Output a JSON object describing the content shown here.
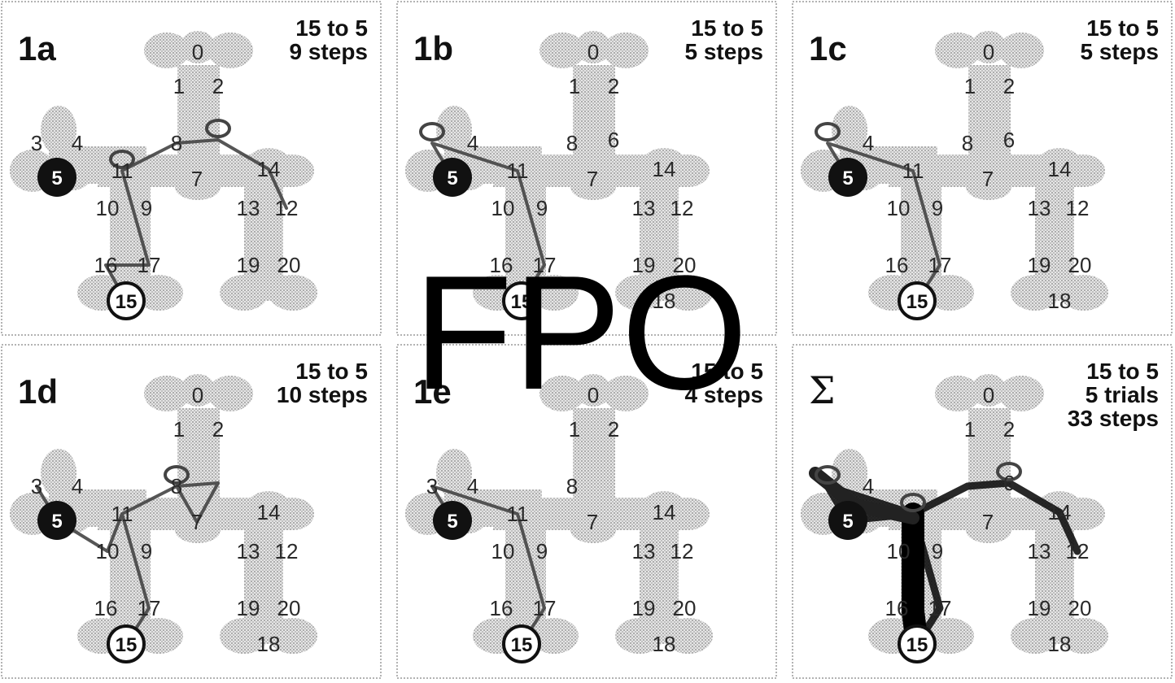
{
  "watermark": "FPO",
  "colors": {
    "maze": "#c9c9c9",
    "path": "#444444",
    "sigma_path": "#111111"
  },
  "node_labels": [
    "0",
    "1",
    "2",
    "3",
    "4",
    "5",
    "6",
    "7",
    "8",
    "9",
    "10",
    "11",
    "12",
    "13",
    "14",
    "15",
    "16",
    "17",
    "18",
    "19",
    "20"
  ],
  "panels": [
    {
      "label": "1a",
      "info": [
        "15 to 5",
        "9 steps"
      ],
      "hidden_nodes": [
        "6",
        "5",
        "15",
        "18"
      ],
      "path": [
        "15",
        "16",
        "17",
        "16",
        "17",
        "11",
        "11",
        "8",
        "6",
        "6",
        "14",
        "12"
      ]
    },
    {
      "label": "1b",
      "info": [
        "15 to 5",
        "5 steps"
      ],
      "hidden_nodes": [
        "3",
        "5",
        "15"
      ],
      "path": [
        "15",
        "17",
        "11",
        "3",
        "3",
        "5"
      ]
    },
    {
      "label": "1c",
      "info": [
        "15 to 5",
        "5 steps"
      ],
      "hidden_nodes": [
        "3",
        "5",
        "15"
      ],
      "path": [
        "15",
        "17",
        "11",
        "3",
        "3",
        "5"
      ]
    },
    {
      "label": "1d",
      "info": [
        "15 to 5",
        "10 steps"
      ],
      "hidden_nodes": [
        "6",
        "5",
        "15"
      ],
      "path": [
        "15",
        "17",
        "11",
        "10",
        "5",
        "3",
        "5",
        "10",
        "11",
        "8",
        "6",
        "7",
        "8",
        "6"
      ]
    },
    {
      "label": "1e",
      "info": [
        "15 to 5",
        "4 steps"
      ],
      "hidden_nodes": [
        "5",
        "15",
        "6"
      ],
      "path": [
        "15",
        "17",
        "11",
        "3",
        "5"
      ]
    },
    {
      "label": "Σ",
      "info": [
        "15 to 5",
        "5 trials",
        "33 steps"
      ],
      "hidden_nodes": [
        "3",
        "5",
        "15",
        "11",
        "8"
      ],
      "path": [
        "15",
        "17",
        "11",
        "3",
        "5",
        "11",
        "8",
        "6",
        "14",
        "12"
      ]
    }
  ]
}
